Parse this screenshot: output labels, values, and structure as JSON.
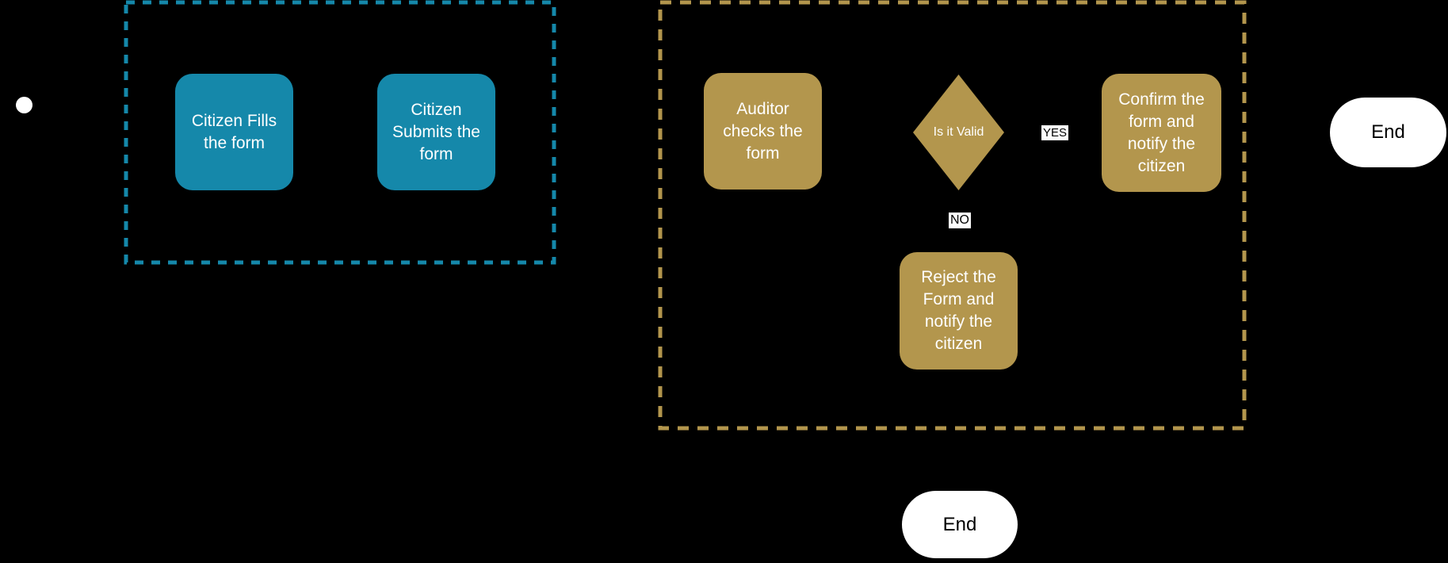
{
  "diagram": {
    "background": "#000000",
    "colors": {
      "citizen_lane_teal": "#1588AA",
      "auditor_lane_gold": "#B3964D",
      "task_text": "#FFFFFF",
      "terminal_fill": "#FFFFFF",
      "terminal_text": "#000000",
      "edge_label_bg": "#FFFFFF",
      "edge_label_text": "#000000"
    },
    "start": {
      "type": "initial-node"
    },
    "tasks": {
      "fill_form": {
        "label": "Citizen Fills the form"
      },
      "submit_form": {
        "label": "Citizen Submits the form"
      },
      "auditor_checks": {
        "label": "Auditor checks the form"
      },
      "confirm": {
        "label": "Confirm the form and notify the citizen"
      },
      "reject": {
        "label": "Reject the Form and notify the citizen"
      }
    },
    "decision": {
      "label": "Is it Valid"
    },
    "edge_labels": {
      "yes": "YES",
      "no": "NO"
    },
    "terminals": {
      "end_right": {
        "label": "End"
      },
      "end_bottom": {
        "label": "End"
      }
    }
  }
}
